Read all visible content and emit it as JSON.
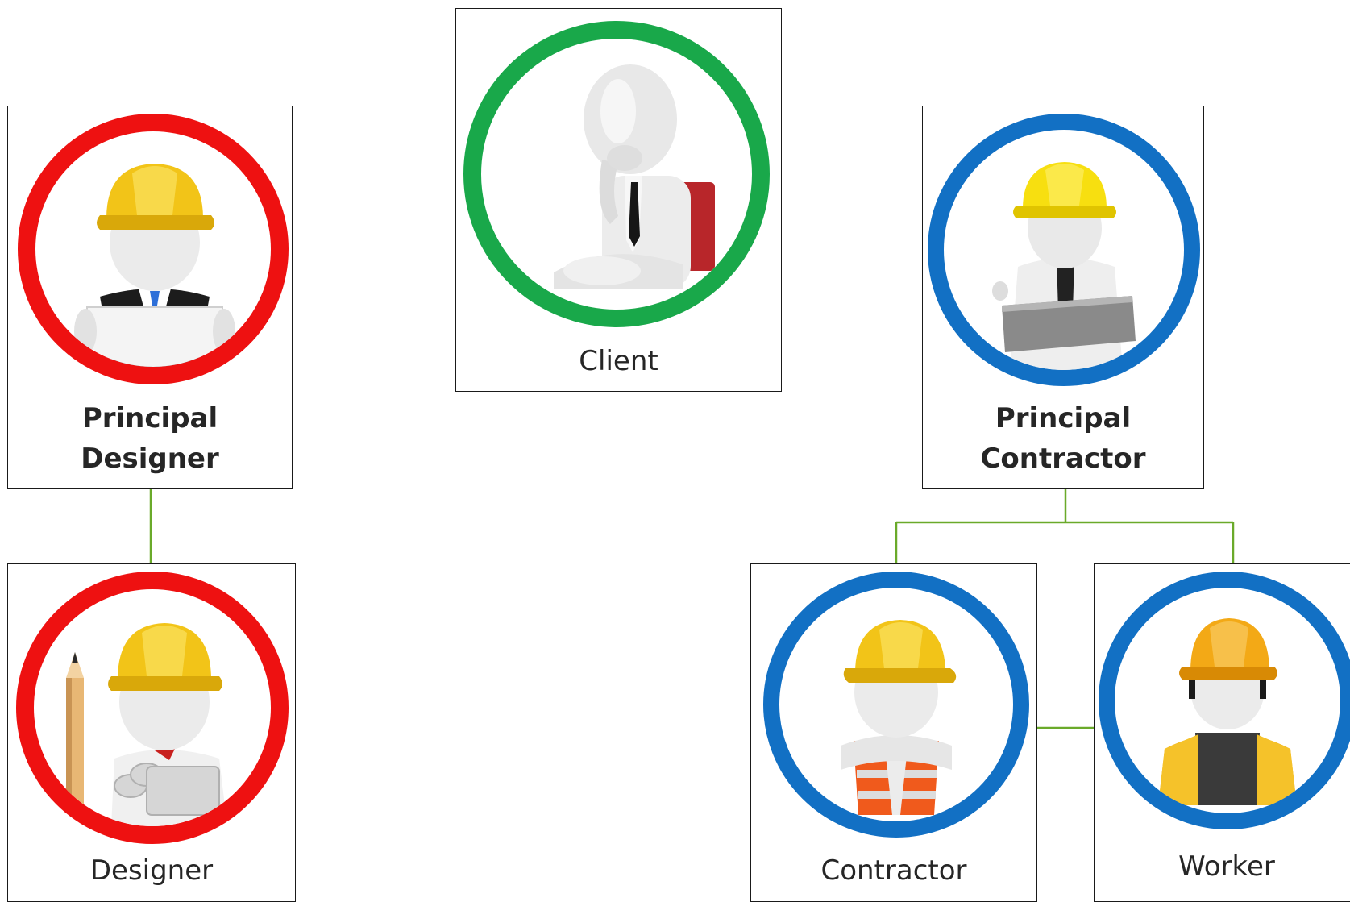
{
  "diagram": {
    "connector_color": "#6aaa2a",
    "border_color": "#1a1a1a",
    "roles": {
      "client": {
        "lines": [
          "Client"
        ],
        "ring_color": "#19a84a",
        "icon": "thinking-businessman-icon"
      },
      "principal_designer": {
        "lines": [
          "Principal",
          "Designer"
        ],
        "ring_color": "#ee1111",
        "icon": "hard-hat-blueprint-icon"
      },
      "principal_contractor": {
        "lines": [
          "Principal",
          "Contractor"
        ],
        "ring_color": "#1270c4",
        "icon": "hard-hat-plans-icon"
      },
      "designer": {
        "lines": [
          "Designer"
        ],
        "ring_color": "#ee1111",
        "icon": "hard-hat-pencil-icon"
      },
      "contractor": {
        "lines": [
          "Contractor"
        ],
        "ring_color": "#1270c4",
        "icon": "hard-hat-safety-vest-icon"
      },
      "worker": {
        "lines": [
          "Worker"
        ],
        "ring_color": "#1270c4",
        "icon": "hard-hat-worker-vest-icon"
      }
    }
  }
}
